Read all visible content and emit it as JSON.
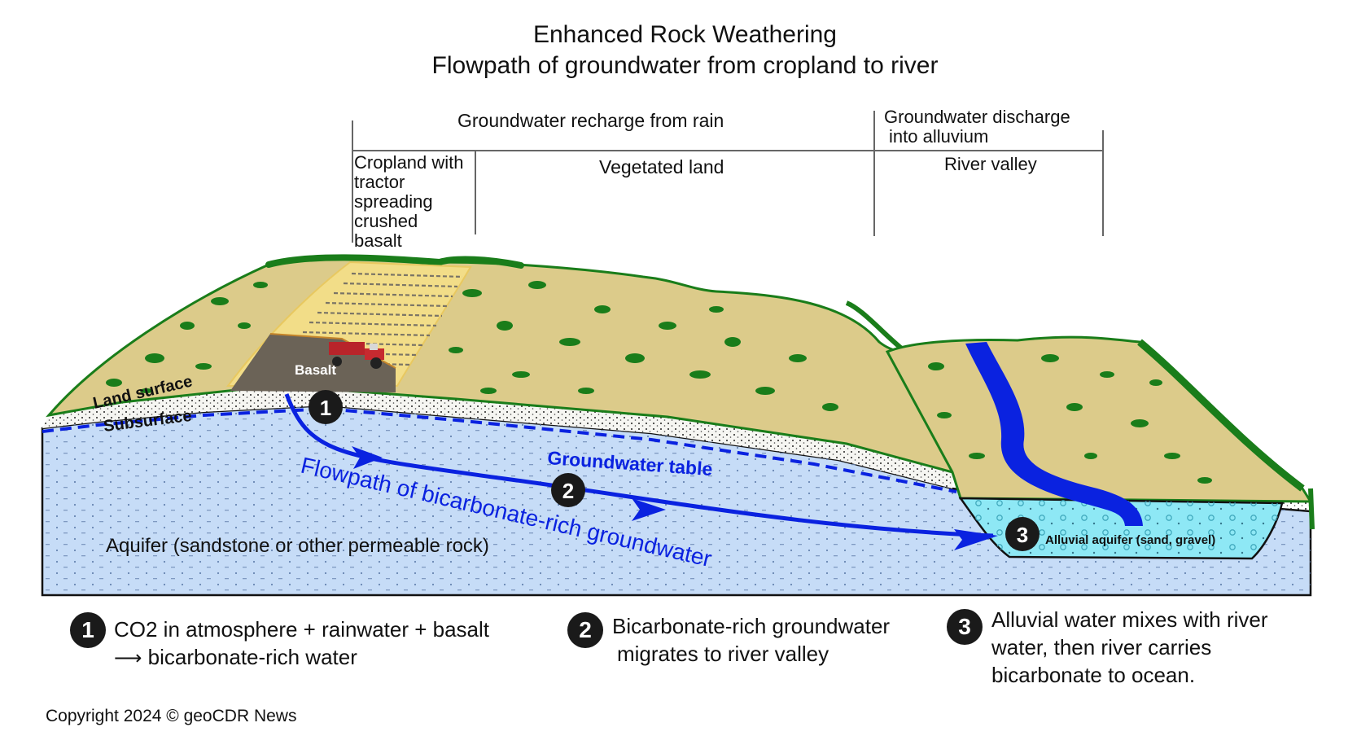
{
  "title": {
    "line1": "Enhanced Rock Weathering",
    "line2": "Flowpath of groundwater from cropland to river"
  },
  "zones": {
    "recharge": "Groundwater recharge from rain",
    "discharge_line1": "Groundwater discharge",
    "discharge_line2": "into alluvium",
    "cropland": [
      "Cropland with",
      "tractor",
      "spreading",
      "crushed",
      "basalt"
    ],
    "vegetated": "Vegetated land",
    "river_valley": "River valley"
  },
  "labels": {
    "basalt": "Basalt",
    "land_surface": "Land surface",
    "subsurface": "Subsurface",
    "groundwater_table": "Groundwater table",
    "flowpath": "Flowpath of bicarbonate-rich groundwater",
    "aquifer": "Aquifer (sandstone or other permeable rock)",
    "alluvial_aquifer": "Alluvial aquifer (sand, gravel)"
  },
  "steps": [
    {
      "num": "1",
      "line1": "CO2 in atmosphere + rainwater + basalt",
      "line2": "bicarbonate-rich water"
    },
    {
      "num": "2",
      "line1": "Bicarbonate-rich groundwater",
      "line2": "migrates to river valley"
    },
    {
      "num": "3",
      "line1": "Alluvial water mixes with river",
      "line2": "water, then river carries",
      "line3": "bicarbonate to ocean."
    }
  ],
  "copyright": "Copyright 2024 © geoCDR News",
  "colors": {
    "land": "#dccb8a",
    "vegetation": "#1a7d1a",
    "aquifer": "#c6dcf7",
    "alluvium": "#8ee8f5",
    "water_blue": "#0a22e0",
    "basalt": "#6b6357",
    "cropland": "#f2dd88"
  }
}
